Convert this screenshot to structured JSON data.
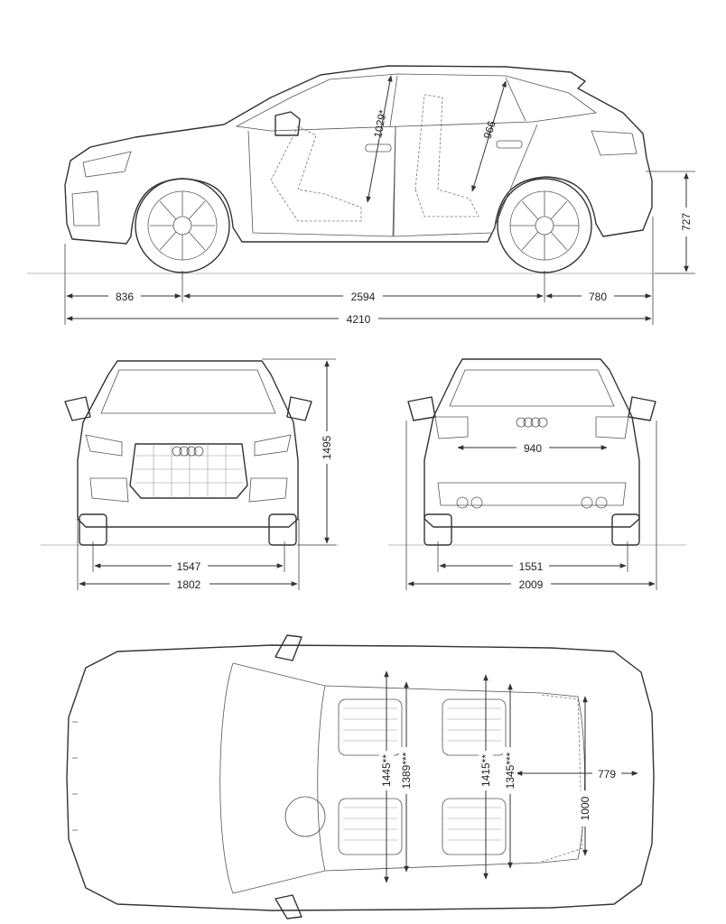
{
  "side_view": {
    "dims": {
      "front_overhang": "836",
      "wheelbase": "2594",
      "rear_overhang": "780",
      "length": "4210",
      "ground_to_tail": "727",
      "front_headroom": "1029*",
      "rear_headroom": "966"
    }
  },
  "front_view": {
    "dims": {
      "height": "1495",
      "track": "1547",
      "width": "1802"
    }
  },
  "rear_view": {
    "dims": {
      "load_width": "940",
      "track": "1551",
      "width_mirrors": "2009"
    }
  },
  "top_view": {
    "dims": {
      "front_shoulder": "1445**",
      "front_elbow": "1389***",
      "rear_shoulder": "1415**",
      "rear_elbow": "1345***",
      "load_length": "779",
      "load_width": "1000"
    }
  }
}
